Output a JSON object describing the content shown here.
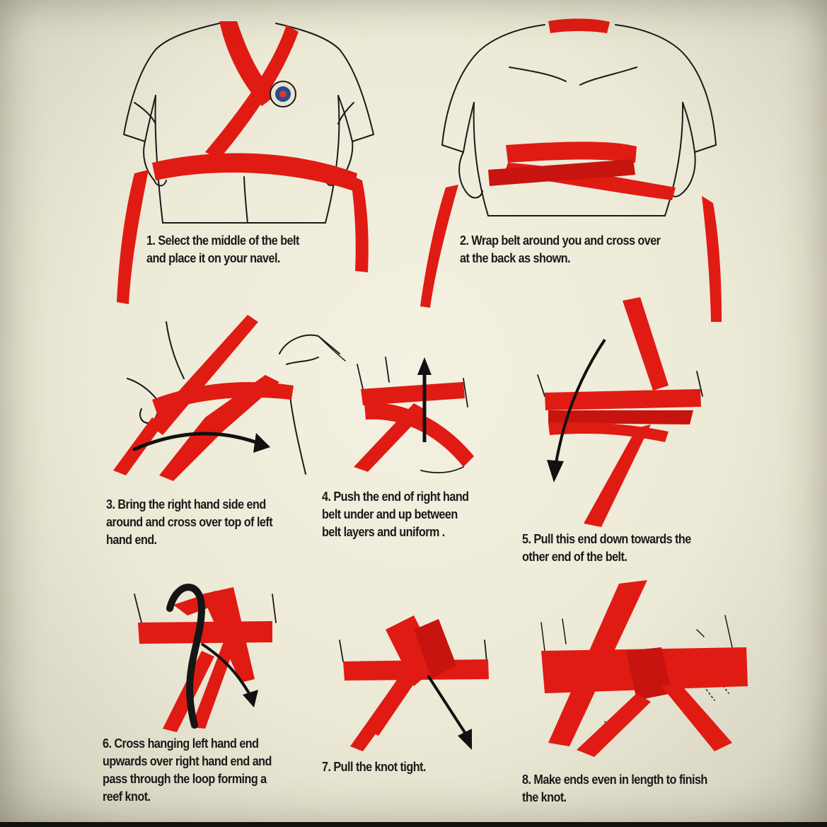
{
  "colors": {
    "belt": "#e01b13",
    "belt_dark": "#a80f0a",
    "ink": "#1a1a1a",
    "paper": "#f2efdf",
    "arrow": "#111111"
  },
  "steps": [
    {
      "id": 1,
      "lines": [
        "1. Select the middle of the belt",
        "and place it on your navel."
      ],
      "illustration": "front-torso-belt-at-navel"
    },
    {
      "id": 2,
      "lines": [
        "2. Wrap belt around you and cross over",
        "at the back as shown."
      ],
      "illustration": "back-torso-belt-crossed"
    },
    {
      "id": 3,
      "lines": [
        "3. Bring the right hand side end",
        "around and cross over top of left",
        "hand end."
      ],
      "illustration": "belt-cross-with-arrow"
    },
    {
      "id": 4,
      "lines": [
        "4. Push the end of right hand",
        "belt under and up between",
        "belt layers and uniform ."
      ],
      "illustration": "belt-push-up-arrow"
    },
    {
      "id": 5,
      "lines": [
        "5. Pull this end down towards the",
        "other end of the belt."
      ],
      "illustration": "belt-pull-down-arrow"
    },
    {
      "id": 6,
      "lines": [
        "6. Cross hanging left hand end",
        "upwards over right hand end and",
        "pass through the loop forming a",
        "reef knot."
      ],
      "illustration": "belt-loop-black-strand"
    },
    {
      "id": 7,
      "lines": [
        "7. Pull the knot tight."
      ],
      "illustration": "belt-knot-tighten-arrow"
    },
    {
      "id": 8,
      "lines": [
        "8. Make ends even in length to finish",
        "the knot."
      ],
      "illustration": "belt-finished-knot"
    }
  ]
}
